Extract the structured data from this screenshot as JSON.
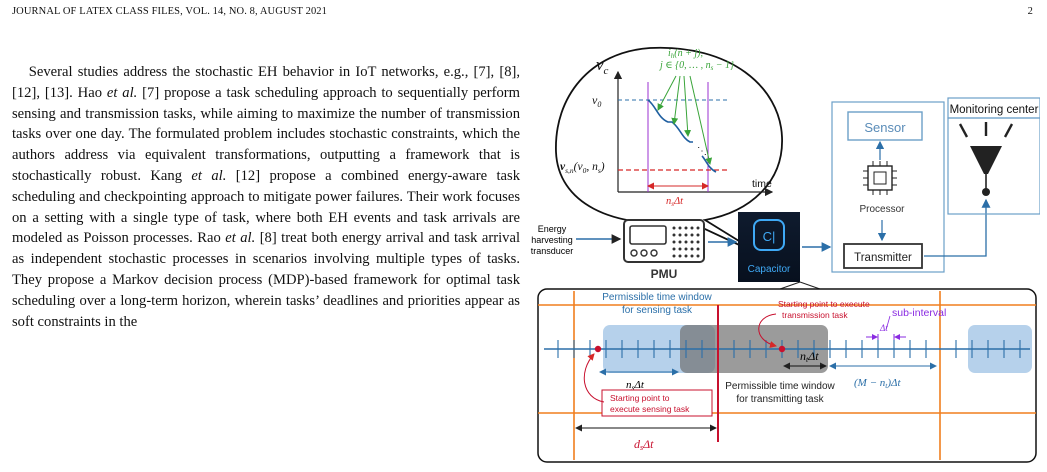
{
  "header": {
    "journal": "JOURNAL OF LATEX CLASS FILES, VOL. 14, NO. 8, AUGUST 2021",
    "page_number": "2"
  },
  "body": {
    "s1": "Several studies address the stochastic EH behavior in IoT networks, e.g., [7], [8], [12], [13]. Hao ",
    "etal1": "et al.",
    "s2": " [7] propose a task scheduling approach to sequentially perform sensing and transmission tasks, while aiming to maximize the number of transmission tasks over one day. The formulated problem includes stochastic constraints, which the authors address via equivalent transformations, outputting a framework that is stochastically robust. Kang ",
    "etal2": "et al.",
    "s3": " [12] propose a combined energy-aware task scheduling and checkpointing approach to mitigate power failures. Their work focuses on a setting with a single type of task, where both EH events and task arrivals are modeled as Poisson processes. Rao ",
    "etal3": "et al.",
    "s4": " [8] treat both energy arrival and task arrival as independent stochastic processes in scenarios involving multiple types of tasks. They propose a Markov decision process (MDP)-based framework for optimal task scheduling over a long-term horizon, wherein tasks’ deadlines and priorities appear as soft constraints in the"
  },
  "figure": {
    "bubble": {
      "vc": "v",
      "vc_sub": "c",
      "ih": "i",
      "ih_rest": "(n + j),",
      "j_set": "j ∈ {0, … , n",
      "j_set_end": " − 1}",
      "v0": "v",
      "v0_sub": "0",
      "vsn": "v",
      "vsn_sub": "s,n",
      "vsn_arg": "(v",
      "vsn_arg2": ", n",
      "vsn_arg3": ")",
      "ns_dt": "n",
      "ns_dt_rest": "Δt",
      "time": "time"
    },
    "energy_source": [
      "Energy",
      "harvesting",
      "transducer"
    ],
    "pmu_label": "PMU",
    "capacitor_label": "Capacitor",
    "capacitor_icon": "C|",
    "sensor_label": "Sensor",
    "processor_label": "Processor",
    "transmitter_label": "Transmitter",
    "monitoring_label": "Monitoring center",
    "timeline": {
      "sense_window": [
        "Permissible time window",
        "for sensing task"
      ],
      "tx_window": [
        "Permissible time window",
        "for transmitting task"
      ],
      "start_tx": [
        "Starting point to execute",
        "transmission task"
      ],
      "start_sense": [
        "Starting point to",
        "execute sensing task"
      ],
      "sub_interval": "sub-interval",
      "dt": "Δt",
      "ns_dt": "n",
      "nt_dt": "n",
      "m_nt_dt": "(M − n",
      "m_nt_dt_end": ")Δt",
      "ds_dt": "d",
      "sub_s": "s",
      "sub_t": "t"
    }
  }
}
